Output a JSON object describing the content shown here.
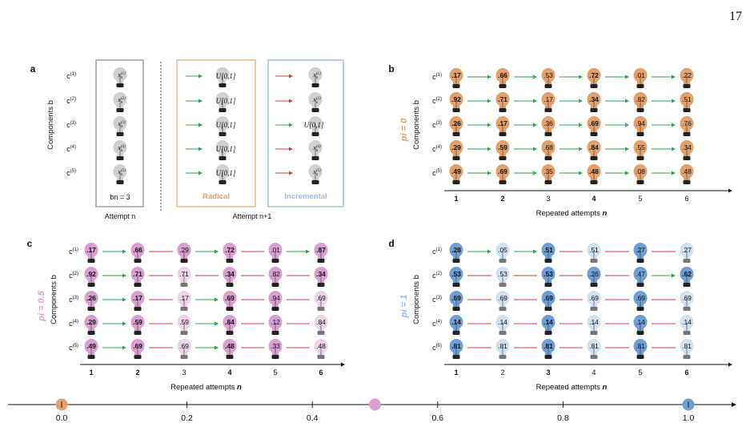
{
  "page_number": "17",
  "colors": {
    "orange": "#e3a06a",
    "pink": "#d99fd0",
    "pink_light": "#ecd3ea",
    "blue": "#6e9ed6",
    "blue_light": "#d2e1f2",
    "grey_bulb": "#d0d0d0",
    "green": "#29a551",
    "red": "#d83c3c",
    "box_grey": "#a0a0a0",
    "box_orange": "#ecb98a",
    "box_blue": "#a8c2e2",
    "label_orange": "#e3a06a",
    "label_blue": "#9bbbe0",
    "label_pink": "#d99fd0"
  },
  "panel_a": {
    "letter": "a",
    "ylabel": "Components b",
    "components": [
      "c(1)",
      "c(2)",
      "c(3)",
      "c(4)",
      "c(5)"
    ],
    "attempt_n_values": [
      "x(1)n",
      "x(2)n",
      "x(3)n",
      "x(4)n",
      "x(5)n"
    ],
    "bn_label": "bn = 3",
    "attempt_n_label": "Attempt n",
    "attempt_n1_label": "Attempt n+1",
    "radical_label": "Radical",
    "incremental_label": "Incremental",
    "radical_values": [
      "U[0,1]",
      "U[0,1]",
      "U[0,1]",
      "U[0,1]",
      "U[0,1]"
    ],
    "incremental_values": [
      "x(1)n",
      "x(2)n",
      "U[0,1]",
      "x(4)n",
      "x(5)n"
    ],
    "incremental_arrows": [
      "red",
      "red",
      "green",
      "red",
      "red"
    ]
  },
  "panels": [
    {
      "letter": "b",
      "pi_label": "pi = 0",
      "color_key": "orange",
      "ylabel": "Components b",
      "xlabel": "Repeated attempts n",
      "x_ticks": [
        "1",
        "2",
        "3",
        "4",
        "5",
        "6"
      ],
      "bold_x": [
        1,
        2,
        4
      ],
      "components": [
        "c(1)",
        "c(2)",
        "c(3)",
        "c(4)",
        "c(5)"
      ],
      "values": [
        [
          ".17",
          ".66",
          ".53",
          ".72",
          ".01",
          ".22"
        ],
        [
          ".92",
          ".71",
          ".17",
          ".34",
          ".82",
          ".51"
        ],
        [
          ".26",
          ".17",
          ".36",
          ".69",
          ".94",
          ".76"
        ],
        [
          ".29",
          ".59",
          ".68",
          ".84",
          ".55",
          ".34"
        ],
        [
          ".49",
          ".69",
          ".35",
          ".48",
          ".08",
          ".48"
        ]
      ],
      "bulb_states": [
        [
          "d",
          "d",
          "d",
          "d",
          "d",
          "d"
        ],
        [
          "d",
          "d",
          "d",
          "d",
          "d",
          "d"
        ],
        [
          "d",
          "d",
          "d",
          "d",
          "d",
          "d"
        ],
        [
          "d",
          "d",
          "d",
          "d",
          "d",
          "d"
        ],
        [
          "d",
          "d",
          "d",
          "d",
          "d",
          "d"
        ]
      ],
      "transitions": [
        [
          "g",
          "g",
          "g",
          "g",
          "g"
        ],
        [
          "g",
          "g",
          "g",
          "g",
          "g"
        ],
        [
          "g",
          "g",
          "g",
          "g",
          "g"
        ],
        [
          "g",
          "g",
          "g",
          "g",
          "g"
        ],
        [
          "g",
          "g",
          "g",
          "g",
          "g"
        ]
      ]
    },
    {
      "letter": "c",
      "pi_label": "pi = 0.5",
      "color_key": "pink",
      "ylabel": "Components b",
      "xlabel": "Repeated attempts n",
      "x_ticks": [
        "1",
        "2",
        "3",
        "4",
        "5",
        "6"
      ],
      "bold_x": [
        1,
        2,
        4,
        6
      ],
      "components": [
        "c(1)",
        "c(2)",
        "c(3)",
        "c(4)",
        "c(5)"
      ],
      "values": [
        [
          ".17",
          ".66",
          ".29",
          ".72",
          ".01",
          ".87"
        ],
        [
          ".92",
          ".71",
          ".71",
          ".34",
          ".82",
          ".34"
        ],
        [
          ".26",
          ".17",
          ".17",
          ".69",
          ".94",
          ".69"
        ],
        [
          ".29",
          ".59",
          ".59",
          ".84",
          ".12",
          ".84"
        ],
        [
          ".49",
          ".69",
          ".69",
          ".48",
          ".33",
          ".48"
        ]
      ],
      "bulb_states": [
        [
          "d",
          "d",
          "d",
          "d",
          "d",
          "d"
        ],
        [
          "d",
          "d",
          "l",
          "d",
          "d",
          "d"
        ],
        [
          "d",
          "d",
          "l",
          "d",
          "d",
          "l"
        ],
        [
          "d",
          "d",
          "l",
          "d",
          "d",
          "l"
        ],
        [
          "d",
          "d",
          "l",
          "d",
          "d",
          "l"
        ]
      ],
      "transitions": [
        [
          "g",
          "r",
          "g",
          "r",
          "g"
        ],
        [
          "g",
          "r",
          "r",
          "r",
          "r"
        ],
        [
          "g",
          "r",
          "g",
          "r",
          "r"
        ],
        [
          "g",
          "r",
          "g",
          "r",
          "r"
        ],
        [
          "g",
          "r",
          "g",
          "r",
          "r"
        ]
      ]
    },
    {
      "letter": "d",
      "pi_label": "pi = 1",
      "color_key": "blue",
      "ylabel": "Components b",
      "xlabel": "Repeated attempts n",
      "x_ticks": [
        "1",
        "2",
        "3",
        "4",
        "5",
        "6"
      ],
      "bold_x": [
        1,
        3,
        6
      ],
      "components": [
        "c(1)",
        "c(2)",
        "c(3)",
        "c(4)",
        "c(5)"
      ],
      "values": [
        [
          ".28",
          ".05",
          ".51",
          ".51",
          ".27",
          ".27"
        ],
        [
          ".53",
          ".53",
          ".53",
          ".26",
          ".47",
          ".62"
        ],
        [
          ".69",
          ".69",
          ".69",
          ".69",
          ".69",
          ".69"
        ],
        [
          ".14",
          ".14",
          ".14",
          ".14",
          ".14",
          ".14"
        ],
        [
          ".81",
          ".81",
          ".81",
          ".81",
          ".81",
          ".81"
        ]
      ],
      "bulb_states": [
        [
          "d",
          "l",
          "d",
          "l",
          "d",
          "l"
        ],
        [
          "d",
          "l",
          "d",
          "d",
          "d",
          "d"
        ],
        [
          "d",
          "l",
          "d",
          "l",
          "d",
          "l"
        ],
        [
          "d",
          "l",
          "d",
          "l",
          "d",
          "l"
        ],
        [
          "d",
          "l",
          "d",
          "l",
          "d",
          "l"
        ]
      ],
      "transitions": [
        [
          "g",
          "g",
          "r",
          "r",
          "r"
        ],
        [
          "r",
          "r",
          "r",
          "r",
          "g"
        ],
        [
          "r",
          "r",
          "r",
          "r",
          "r"
        ],
        [
          "r",
          "r",
          "r",
          "r",
          "r"
        ],
        [
          "r",
          "r",
          "r",
          "r",
          "r"
        ]
      ]
    }
  ],
  "bottom_axis": {
    "ticks": [
      "0.0",
      "0.2",
      "0.4",
      "0.6",
      "0.8",
      "1.0"
    ],
    "tick_values": [
      0.0,
      0.2,
      0.4,
      0.6,
      0.8,
      1.0
    ],
    "markers": [
      {
        "value": 0.0,
        "color_key": "orange"
      },
      {
        "value": 0.5,
        "color_key": "pink"
      },
      {
        "value": 1.0,
        "color_key": "blue"
      }
    ]
  }
}
